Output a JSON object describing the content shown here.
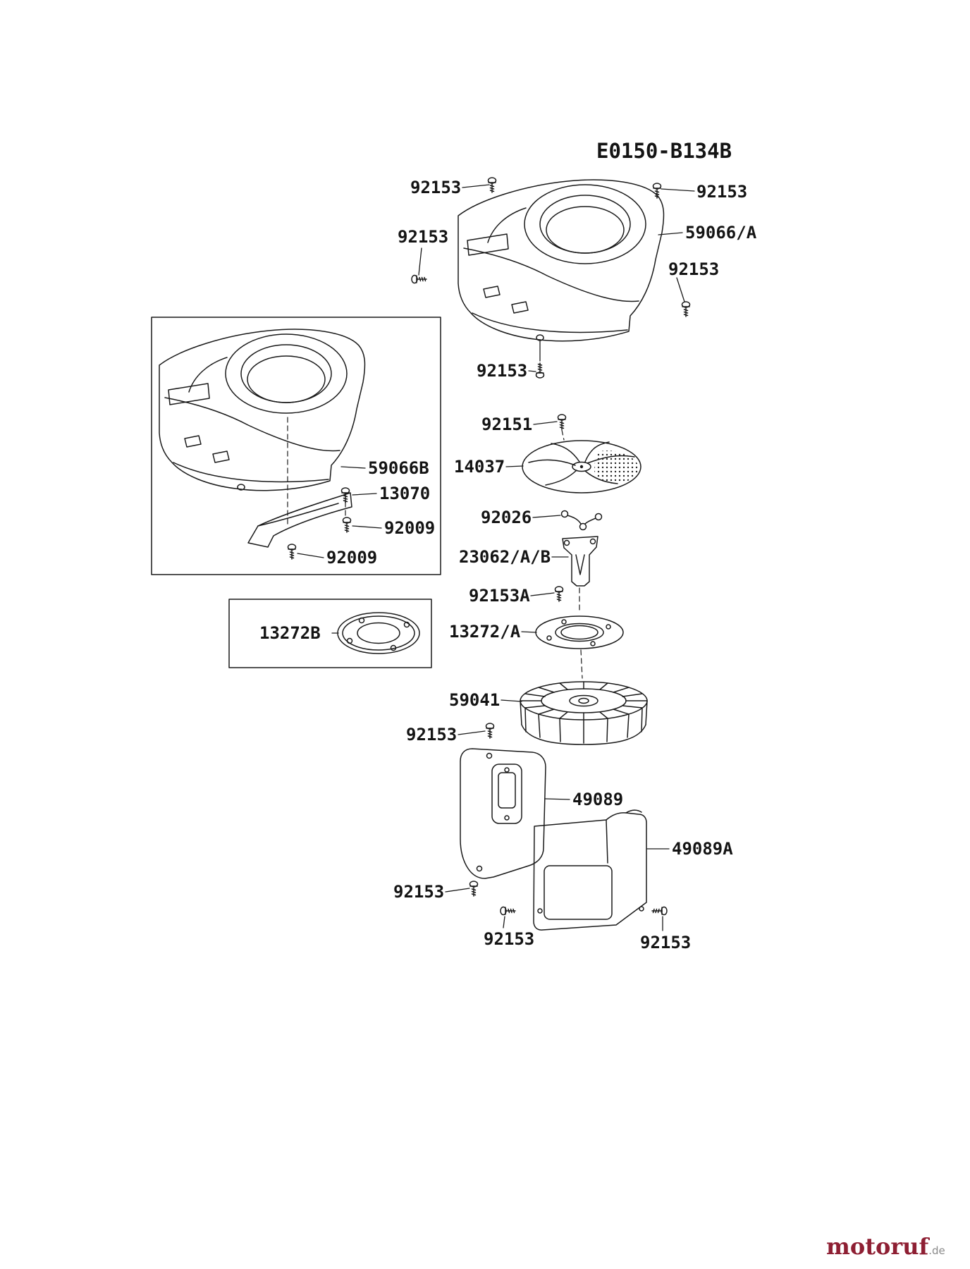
{
  "page": {
    "title": "E0150-B134B",
    "watermark": {
      "name": "motoruf",
      "tld": ".de",
      "color": "#8e1f33"
    }
  },
  "callouts": [
    {
      "text": "92153"
    },
    {
      "text": "92153"
    },
    {
      "text": "92153"
    },
    {
      "text": "59066/A"
    },
    {
      "text": "92153"
    },
    {
      "text": "92153"
    },
    {
      "text": "59066B"
    },
    {
      "text": "13070"
    },
    {
      "text": "92009"
    },
    {
      "text": "92009"
    },
    {
      "text": "92151"
    },
    {
      "text": "14037"
    },
    {
      "text": "92026"
    },
    {
      "text": "23062/A/B"
    },
    {
      "text": "92153A"
    },
    {
      "text": "13272/A"
    },
    {
      "text": "13272B"
    },
    {
      "text": "59041"
    },
    {
      "text": "92153"
    },
    {
      "text": "49089"
    },
    {
      "text": "49089A"
    },
    {
      "text": "92153"
    },
    {
      "text": "92153"
    },
    {
      "text": "92153"
    }
  ]
}
